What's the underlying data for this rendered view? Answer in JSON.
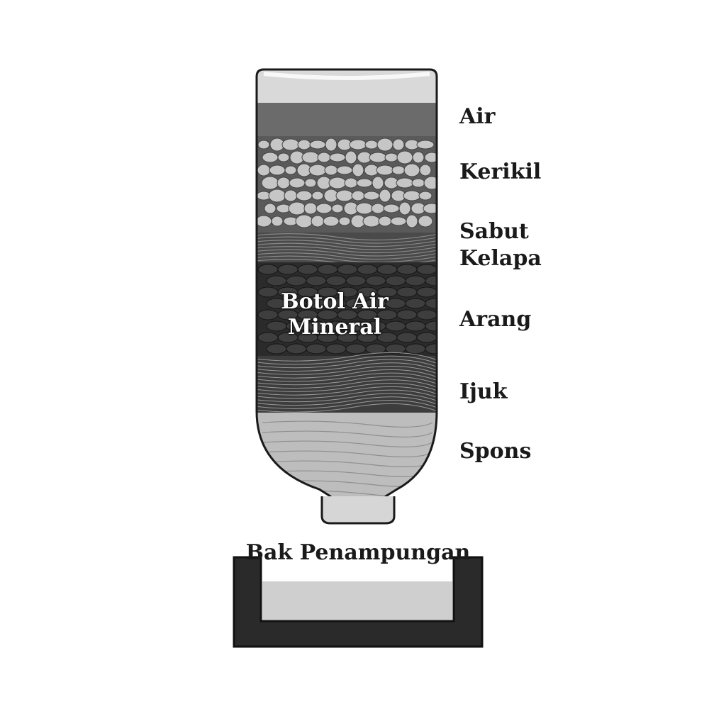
{
  "diagram": {
    "labels": {
      "air": "Air",
      "kerikil": "Kerikil",
      "sabut_kelapa": "Sabut Kelapa",
      "arang": "Arang",
      "ijuk": "Ijuk",
      "spons": "Spons",
      "bottle": "Botol Air Mineral",
      "basin": "Bak Penampungan"
    }
  },
  "colors": {
    "glass": "#d9d9d9",
    "water": "#6b6b6b",
    "gravel_bg": "#5a5a5a",
    "pebble": "#c6c6c6",
    "coconut_fiber": "#4a4a4a",
    "charcoal": "#2b2b2b",
    "palm_fiber": "#3d3d3d",
    "sponge": "#bdbdbd",
    "basin": "#2a2a2a",
    "basin_water": "#cfcfcf"
  }
}
